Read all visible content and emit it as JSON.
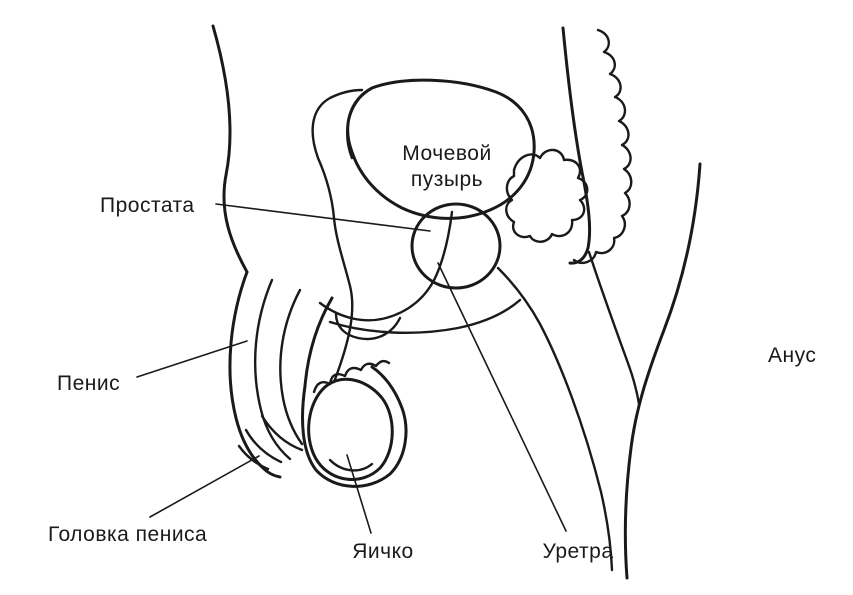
{
  "colors": {
    "background": "#ffffff",
    "ink": "#1a1a1a"
  },
  "labels": {
    "bladder": {
      "line1": "Мочевой",
      "line2": "пузырь"
    },
    "prostate": "Простата",
    "penis": "Пенис",
    "glans": "Головка пениса",
    "testicle": "Яичко",
    "urethra": "Уретра",
    "anus": "Анус"
  }
}
